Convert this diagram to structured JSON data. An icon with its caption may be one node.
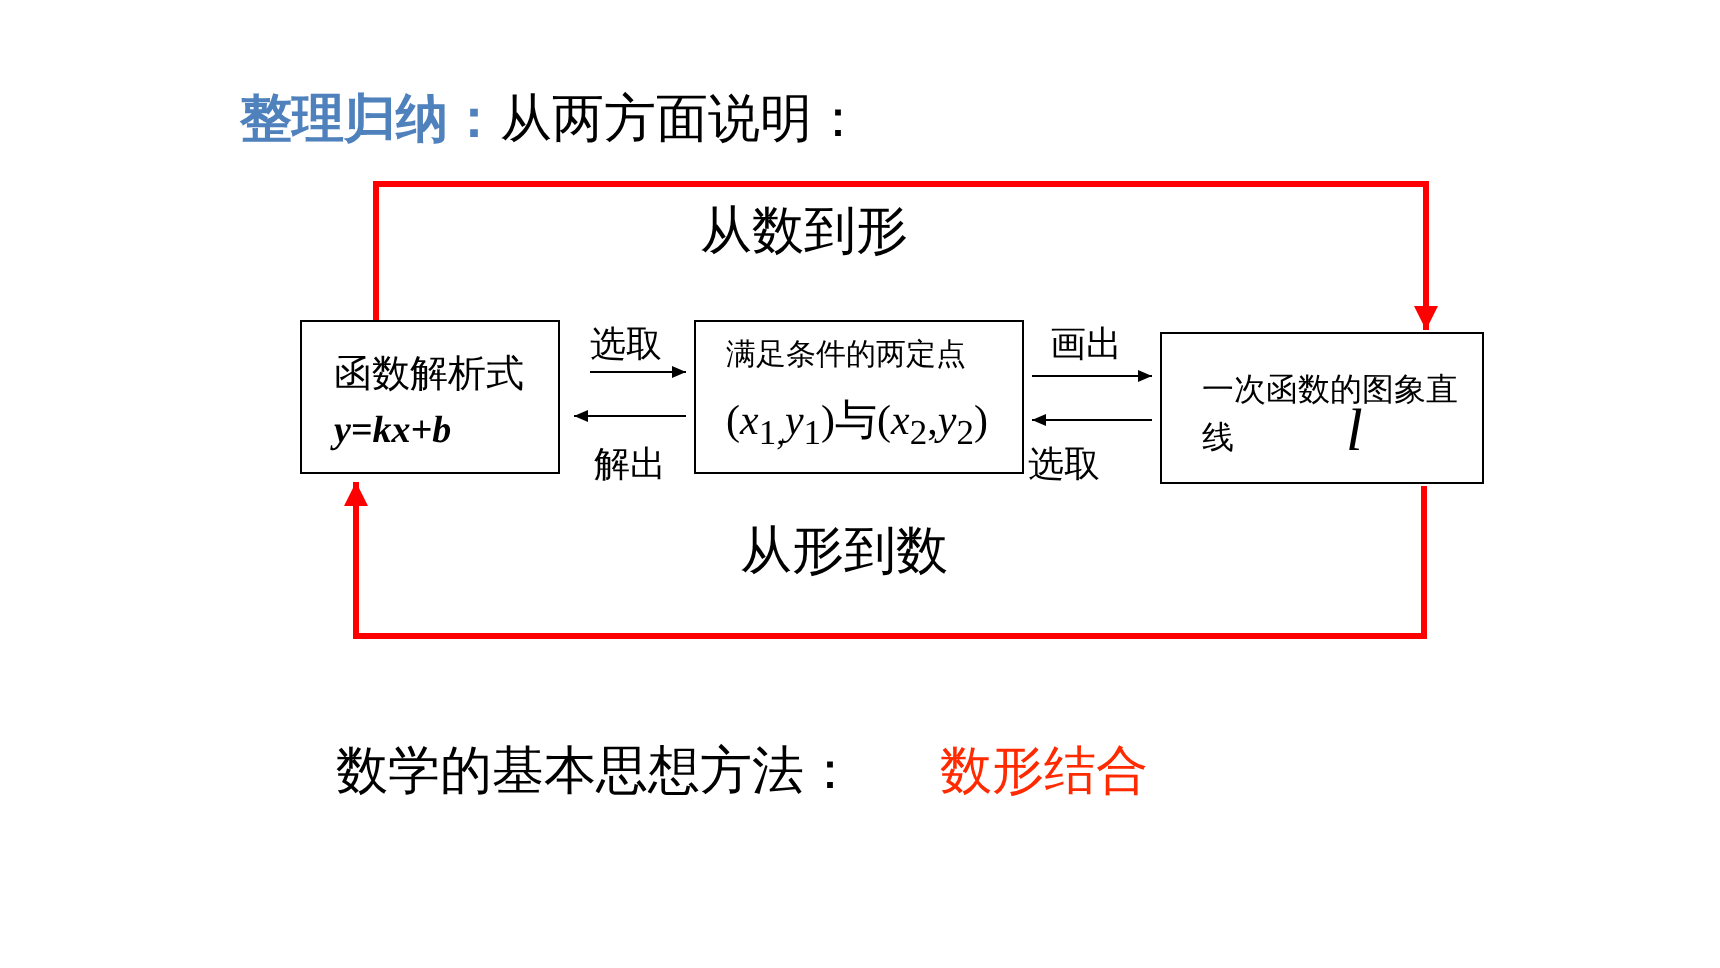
{
  "diagram": {
    "title": "**整理归纳：**从两方面说明：",
    "nodes": [
      {
        "text": [
          "函数解析式**y=kx+b**"
        ]
      },
      {
        "text": [
          "满足条件的两定点",
          "(*x*$_{1,}$*y*$_{1}$)与(*x*$_{2}$,*y*$_{2}$)"
        ]
      },
      {
        "text": [
          "一次函数的图象直线",
          "l"
        ]
      }
    ],
    "edges": [
      {
        "from": 0,
        "to": 1,
        "arrow": "to",
        "label": "选取"
      },
      {
        "from": 1,
        "to": 0,
        "arrow": "to",
        "label": "解出"
      },
      {
        "from": 1,
        "to": 2,
        "arrow": "to",
        "label": "画出"
      },
      {
        "from": 2,
        "to": 1,
        "arrow": "to",
        "label": "选取"
      },
      {
        "from": 0,
        "to": 2,
        "arrow": "to",
        "label": "从数到形",
        "style": "thick",
        "color": "#ff0000"
      },
      {
        "from": 2,
        "to": 0,
        "arrow": "to",
        "label": "从形到数",
        "style": "thick",
        "color": "#ff0000"
      }
    ],
    "labels": [
      "数学的基本思想方法：",
      "数形结合"
    ]
  }
}
